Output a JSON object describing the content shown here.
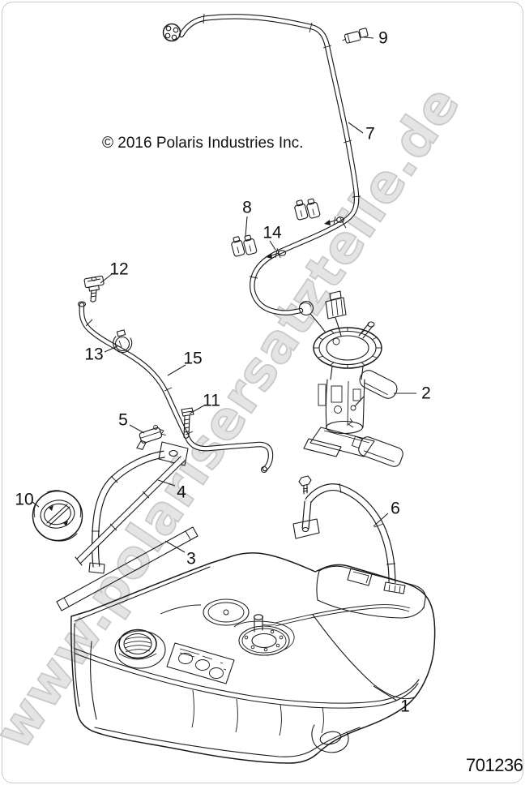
{
  "watermark": {
    "text": "www.polarisersatzteile.de",
    "fill": "#e4e4e4",
    "outline": "#c9c9c9"
  },
  "copyright_text": "© 2016 Polaris Industries Inc.",
  "drawing_number": "701236",
  "callouts": {
    "c1": "1",
    "c2": "2",
    "c3": "3",
    "c4": "4",
    "c5": "5",
    "c6": "6",
    "c7": "7",
    "c8": "8",
    "c9": "9",
    "c10": "10",
    "c11": "11",
    "c12": "12",
    "c13": "13",
    "c14": "14",
    "c15": "15"
  },
  "colors": {
    "background": "#ffffff",
    "line_art_ink": "#1a1a1a",
    "label_text": "#0f0f0f",
    "border": "#c9c9c9",
    "watermark_fill": "#e4e4e4",
    "watermark_outline": "#c9c9c9"
  }
}
